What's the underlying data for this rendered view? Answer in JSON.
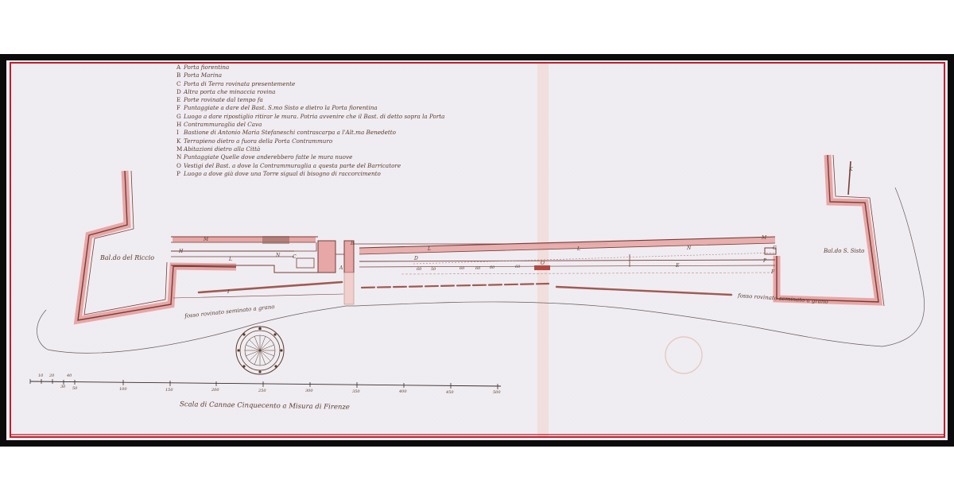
{
  "map": {
    "legend": [
      {
        "key": "A",
        "text": "Porta fiorentina"
      },
      {
        "key": "B",
        "text": "Porta Marina"
      },
      {
        "key": "C",
        "text": "Porta di Terra rovinata presentemente"
      },
      {
        "key": "D",
        "text": "Altra porta che minaccia rovina"
      },
      {
        "key": "E",
        "text": "Porte rovinate dal tempo fa"
      },
      {
        "key": "F",
        "text": "Puntaggiate a dare del Bast. S.mo Sisto e dietro la Porta fiorentina"
      },
      {
        "key": "G",
        "text": "Luogo a dare ripostiglio ritirar le mura. Potria avvenire che il Bast. di detto sopra la Porta"
      },
      {
        "key": "H",
        "text": "Contrammuraglia del Cava"
      },
      {
        "key": "I",
        "text": "Bastione di Antonio Maria Stefaneschi contrascarpa a l'Alt.ma Benedetto"
      },
      {
        "key": "K",
        "text": "Terrapieno dietro a fuora della Porta Contrammuro"
      },
      {
        "key": "M",
        "text": "Abitazioni dietro alla Città"
      },
      {
        "key": "N",
        "text": "Puntaggiate Quelle dove anderebbero fatte le mura nuove"
      },
      {
        "key": "O",
        "text": "Vestigi del Bast. a dove la Contrammuraglia a questa parte del Barricatore"
      },
      {
        "key": "P",
        "text": "Luogo a dove già dove una Torre sigual di bisogno di raccorcimento"
      }
    ],
    "bastion_left": "Bal.do del Riccio",
    "bastion_right": "Bal.do S. Sisto",
    "ditch_left": "fosso rovinato seminato a grano",
    "ditch_right": "fosso rovinato seminato a grano",
    "scale_caption": "Scala di Cannae Cinquecento a Misura di Firenze",
    "scale_ticks": [
      "10",
      "20",
      "30",
      "40",
      "50",
      "100",
      "150",
      "200",
      "250",
      "300",
      "350",
      "400",
      "450",
      "500"
    ],
    "letters": {
      "A": "A",
      "B": "B",
      "C": "C",
      "D": "D",
      "E": "E",
      "F": "F",
      "G": "G",
      "H": "H",
      "I": "I",
      "K": "K",
      "L": "L",
      "M": "M",
      "N": "N",
      "O": "O",
      "P": "P"
    },
    "measures": [
      "60",
      "50",
      "60",
      "60",
      "60",
      "60"
    ],
    "colors": {
      "paper": "#efedf2",
      "ink": "#5a3a2a",
      "wall_wash": "#e6a7a6",
      "wall_line": "#7a3b35",
      "border": "#c21d2a"
    }
  }
}
